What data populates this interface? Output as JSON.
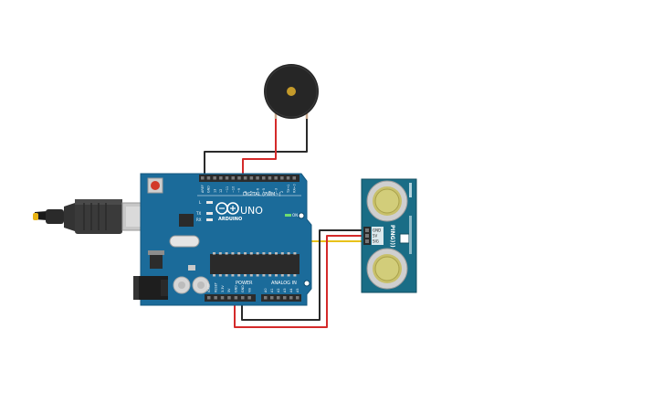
{
  "colors": {
    "board": "#1b6b9a",
    "board_edge": "#14577e",
    "sensor": "#1a6d86",
    "wire_red": "#d42a2a",
    "wire_black": "#2a2a2a",
    "wire_yellow": "#e8c21a",
    "buzzer": "#262626",
    "buzzer_center": "#c49a2a",
    "header": "#2b2b2b",
    "chip": "#2a2a2a"
  },
  "arduino": {
    "brand": "ARDUINO",
    "model": "UNO",
    "digital_label": "DIGITAL (PWM~)",
    "power_label": "POWER",
    "analog_label": "ANALOG IN",
    "on_label": "ON",
    "led_l": "L",
    "led_tx": "TX",
    "led_rx": "RX",
    "digital_pins": [
      "AREF",
      "GND",
      "13",
      "12",
      "~11",
      "~10",
      "~9",
      "8",
      "7",
      "~6",
      "~5",
      "4",
      "~3",
      "2",
      "TX→1",
      "RX←0"
    ],
    "power_pins": [
      "IOREF",
      "RESET",
      "3.3V",
      "5V",
      "GND",
      "GND",
      "Vin"
    ],
    "analog_pins": [
      "A0",
      "A1",
      "A2",
      "A3",
      "A4",
      "A5"
    ]
  },
  "sensor": {
    "name": "PING)))",
    "pins": [
      "GND",
      "5V",
      "SIG"
    ]
  },
  "icons": {
    "usb": "usb-plug-icon",
    "barrel": "power-jack-icon",
    "buzzer": "piezo-buzzer-icon"
  }
}
